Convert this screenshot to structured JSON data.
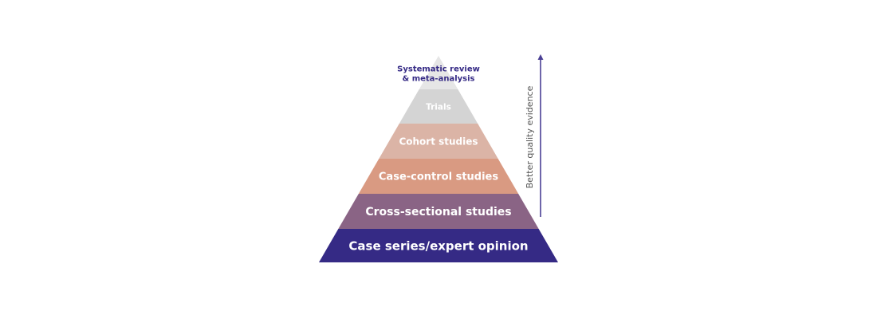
{
  "diagram": {
    "type": "evidence-pyramid",
    "levels_top_to_bottom": [
      {
        "label_lines": [
          "Systematic review",
          "& meta-analysis"
        ],
        "fill": "#e6e6e6",
        "text_color": "#352a85"
      },
      {
        "label_lines": [
          "Trials"
        ],
        "fill": "#d4d4d4",
        "text_color": "#ffffff"
      },
      {
        "label_lines": [
          "Cohort studies"
        ],
        "fill": "#dbb4a6",
        "text_color": "#ffffff"
      },
      {
        "label_lines": [
          "Case-control studies"
        ],
        "fill": "#d99a82",
        "text_color": "#ffffff"
      },
      {
        "label_lines": [
          "Cross-sectional studies"
        ],
        "fill": "#8a6485",
        "text_color": "#ffffff"
      },
      {
        "label_lines": [
          "Case series/expert opinion"
        ],
        "fill": "#352a85",
        "text_color": "#ffffff"
      }
    ],
    "arrow": {
      "label": "Better quality evidence",
      "direction": "up",
      "color": "#4a3f94"
    }
  }
}
